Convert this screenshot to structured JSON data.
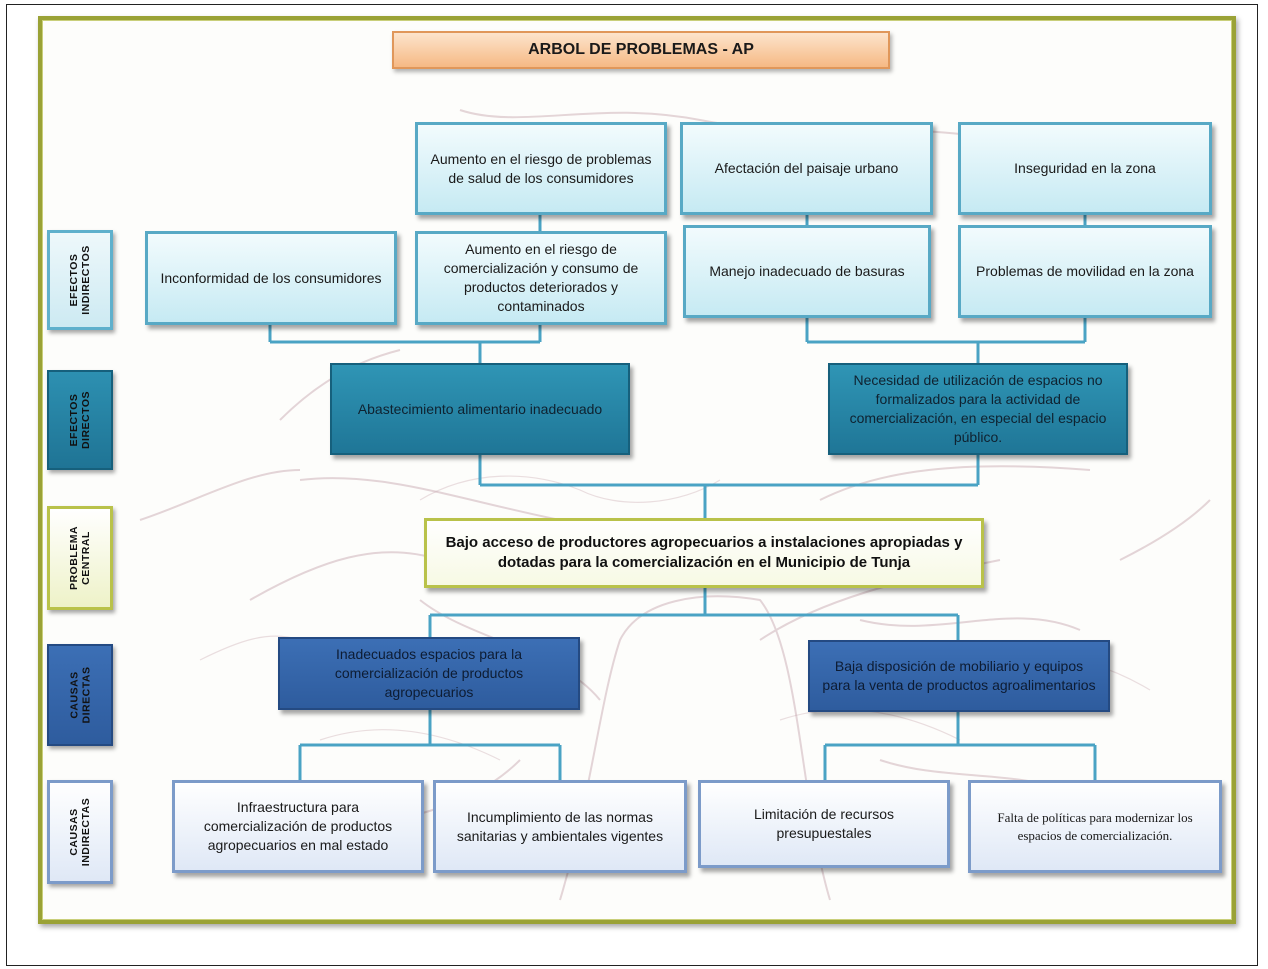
{
  "title": "ARBOL DE PROBLEMAS - AP",
  "side_labels": {
    "efectos_indirectos": "EFECTOS\nINDIRECTOS",
    "efectos_directos": "EFECTOS\nDIRECTOS",
    "problema_central": "PROBLEMA\nCENTRAL",
    "causas_directas": "CAUSAS\nDIRECTAS",
    "causas_indirectas": "CAUSAS\nINDIRECTAS"
  },
  "efectos_indirectos_top": {
    "salud": "Aumento  en el riesgo de problemas de salud de los consumidores",
    "paisaje": "Afectación del paisaje urbano",
    "inseguridad": "Inseguridad en la zona"
  },
  "efectos_indirectos": {
    "inconformidad": "Inconformidad de los consumidores",
    "comercializacion": "Aumento  en el riesgo de comercialización y consumo de productos deteriorados y contaminados",
    "basuras": "Manejo inadecuado de basuras",
    "movilidad": "Problemas de movilidad en la zona"
  },
  "efectos_directos": {
    "abastecimiento": "Abastecimiento alimentario inadecuado",
    "espacios": "Necesidad de utilización de espacios no formalizados para la actividad de comercialización, en especial del espacio público."
  },
  "problema_central": "Bajo acceso de productores agropecuarios a instalaciones apropiadas y dotadas para la comercialización  en el Municipio de Tunja",
  "causas_directas": {
    "espacios": "Inadecuados espacios para la comercialización de productos agropecuarios",
    "mobiliario": "Baja disposición de mobiliario y equipos para la venta de productos agroalimentarios"
  },
  "causas_indirectas": {
    "infraestructura": "Infraestructura para comercialización de productos agropecuarios en mal estado",
    "normas": "Incumplimiento de las normas sanitarias y ambientales vigentes",
    "recursos": "Limitación de recursos presupuestales",
    "politicas": "Falta de políticas para modernizar los espacios de comercialización."
  },
  "colors": {
    "frame": "#9aa236",
    "light_blue": "#c6eaf3",
    "teal": "#1f7697",
    "navy": "#2e5c9e",
    "pale": "#dfe8f6",
    "title": "#f6b984"
  }
}
